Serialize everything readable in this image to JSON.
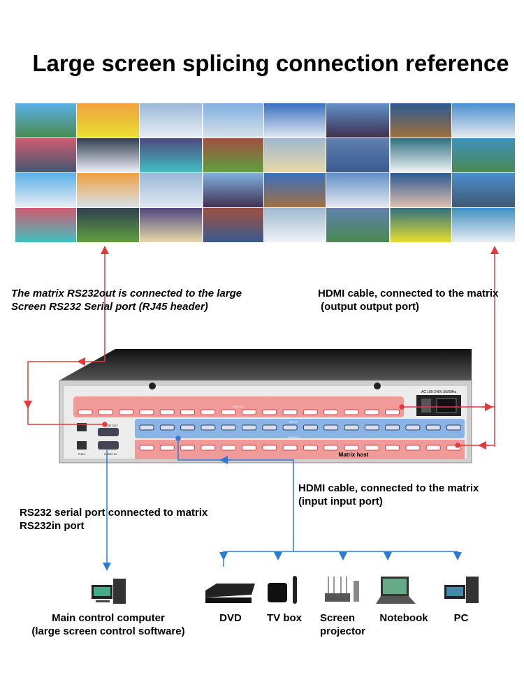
{
  "title": "Large screen splicing connection reference",
  "annotations": {
    "rs232out": [
      "The matrix RS232out is connected to the large",
      "Screen RS232  Serial port (RJ45 header)"
    ],
    "hdmi_out": [
      "HDMI cable, connected to the matrix",
      " (output output port)"
    ],
    "hdmi_in": [
      "HDMI cable, connected to the matrix",
      "(input input port)"
    ],
    "rs232in": [
      "RS232 serial port connected to matrix",
      "RS232in port"
    ]
  },
  "device": {
    "output_label": "OUTPUT",
    "input_label": "INPUT",
    "output2_label": "OUTPUT",
    "rs232_out": "RS232 OUT",
    "rs232_in": "RS232 IN",
    "rj45": "RJ45",
    "power": "AC 100-240V 50/60Hz",
    "name": "Matrix host"
  },
  "sources": [
    {
      "label": "DVD",
      "icon": "dvd-player-icon"
    },
    {
      "label": "TV box",
      "icon": "tv-box-icon"
    },
    {
      "label": "Screen\nprojector",
      "icon": "wireless-projector-icon"
    },
    {
      "label": "Notebook",
      "icon": "laptop-icon"
    },
    {
      "label": "PC",
      "icon": "desktop-pc-icon"
    }
  ],
  "controller": {
    "label": [
      "Main control computer",
      "(large screen control software)"
    ]
  },
  "colors": {
    "output": "#e23b3b",
    "input": "#2a7ad6",
    "output_band": "#f09a9a",
    "input_band": "#8ab4e6"
  }
}
